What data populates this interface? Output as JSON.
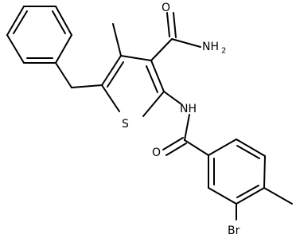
{
  "molecule": {
    "atoms": {
      "carbonyl_o1": "O",
      "amide_n1": "NH",
      "amide_h2": "2",
      "sulfur": "S",
      "amide_nh": "NH",
      "carbonyl_o2": "O",
      "bromine": "Br"
    }
  }
}
